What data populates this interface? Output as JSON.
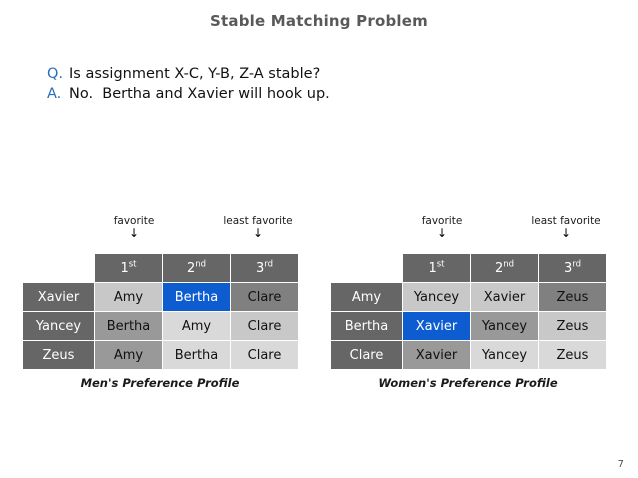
{
  "slide": {
    "title": "Stable Matching Problem",
    "page_number": "7"
  },
  "qa": [
    {
      "tag": "Q.",
      "text": "Is assignment X-C, Y-B, Z-A stable?"
    },
    {
      "tag": "A.",
      "text": "No.  Bertha and Xavier will hook up."
    }
  ],
  "axis": {
    "favorite_label": "favorite",
    "least_favorite_label": "least favorite",
    "arrow_glyph": "↓"
  },
  "colors": {
    "highlight_blue": "#0d5dd0",
    "header_gray": "#666666",
    "cell_dark": "#808080",
    "cell_medium": "#999999",
    "cell_light": "#c8c8c8",
    "cell_lightest": "#d9d9d9",
    "title_gray": "#595959",
    "qa_tag_blue": "#2b6cb8"
  },
  "men_table": {
    "caption": "Men's Preference Profile",
    "corner": "",
    "rank_headers": [
      {
        "num": "1",
        "ord": "st"
      },
      {
        "num": "2",
        "ord": "nd"
      },
      {
        "num": "3",
        "ord": "rd"
      }
    ],
    "rows": [
      {
        "name": "Xavier",
        "cells": [
          {
            "text": "Amy",
            "shade": "light",
            "highlight": false
          },
          {
            "text": "Bertha",
            "shade": "highlight",
            "highlight": true
          },
          {
            "text": "Clare",
            "shade": "dark",
            "highlight": false
          }
        ]
      },
      {
        "name": "Yancey",
        "cells": [
          {
            "text": "Bertha",
            "shade": "medium",
            "highlight": false
          },
          {
            "text": "Amy",
            "shade": "lightest",
            "highlight": false
          },
          {
            "text": "Clare",
            "shade": "light",
            "highlight": false
          }
        ]
      },
      {
        "name": "Zeus",
        "cells": [
          {
            "text": "Amy",
            "shade": "medium",
            "highlight": false
          },
          {
            "text": "Bertha",
            "shade": "lightest",
            "highlight": false
          },
          {
            "text": "Clare",
            "shade": "lightest",
            "highlight": false
          }
        ]
      }
    ]
  },
  "women_table": {
    "caption": "Women's Preference Profile",
    "corner": "",
    "rank_headers": [
      {
        "num": "1",
        "ord": "st"
      },
      {
        "num": "2",
        "ord": "nd"
      },
      {
        "num": "3",
        "ord": "rd"
      }
    ],
    "rows": [
      {
        "name": "Amy",
        "cells": [
          {
            "text": "Yancey",
            "shade": "light",
            "highlight": false
          },
          {
            "text": "Xavier",
            "shade": "light",
            "highlight": false
          },
          {
            "text": "Zeus",
            "shade": "dark",
            "highlight": false
          }
        ]
      },
      {
        "name": "Bertha",
        "cells": [
          {
            "text": "Xavier",
            "shade": "highlight",
            "highlight": true
          },
          {
            "text": "Yancey",
            "shade": "medium",
            "highlight": false
          },
          {
            "text": "Zeus",
            "shade": "light",
            "highlight": false
          }
        ]
      },
      {
        "name": "Clare",
        "cells": [
          {
            "text": "Xavier",
            "shade": "medium",
            "highlight": false
          },
          {
            "text": "Yancey",
            "shade": "lightest",
            "highlight": false
          },
          {
            "text": "Zeus",
            "shade": "lightest",
            "highlight": false
          }
        ]
      }
    ]
  }
}
